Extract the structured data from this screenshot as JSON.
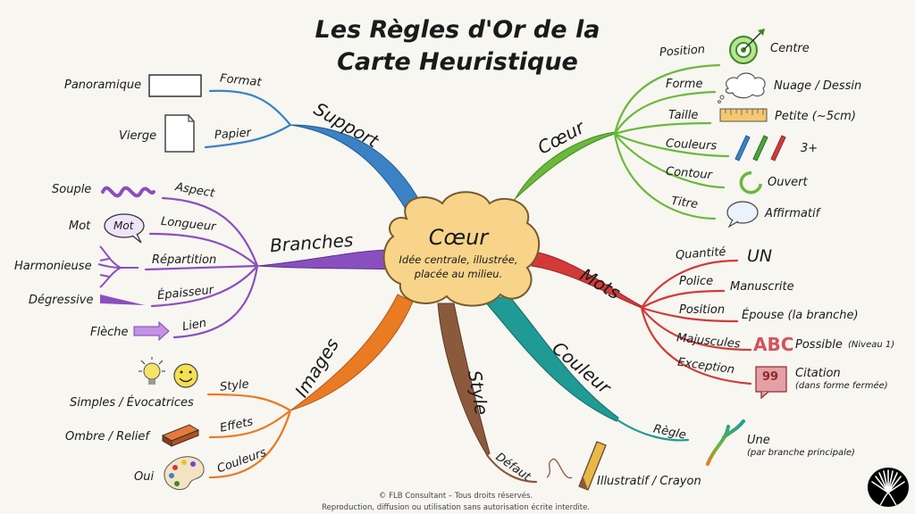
{
  "title": {
    "line1": "Les Règles d'Or de la",
    "line2": "Carte Heuristique"
  },
  "center": {
    "title": "Cœur",
    "description_line1": "Idée centrale, illustrée,",
    "description_line2": "placée au milieu.",
    "color": "#f5c56a"
  },
  "branches": {
    "support": {
      "label": "Support",
      "color": "#3b82c4",
      "children": [
        {
          "label": "Format",
          "value": "Panoramique",
          "icon": "landscape-rectangle-icon"
        },
        {
          "label": "Papier",
          "value": "Vierge",
          "icon": "blank-page-icon"
        }
      ]
    },
    "branches": {
      "label": "Branches",
      "color": "#8a4fbf",
      "children": [
        {
          "label": "Aspect",
          "value": "Souple",
          "icon": "wavy-line-icon"
        },
        {
          "label": "Longueur",
          "value": "Mot",
          "icon": "speech-bubble-icon",
          "icon_text": "Mot"
        },
        {
          "label": "Répartition",
          "value": "Harmonieuse",
          "icon": "branching-icon"
        },
        {
          "label": "Épaisseur",
          "value": "Dégressive",
          "icon": "tapered-line-icon"
        },
        {
          "label": "Lien",
          "value": "Flèche",
          "icon": "arrow-icon"
        }
      ]
    },
    "images": {
      "label": "Images",
      "color": "#e97b22",
      "children": [
        {
          "label": "Style",
          "value": "Simples / Évocatrices",
          "icon": "lightbulb-smiley-icon"
        },
        {
          "label": "Effets",
          "value": "Ombre / Relief",
          "icon": "3d-block-icon"
        },
        {
          "label": "Couleurs",
          "value": "Oui",
          "icon": "palette-icon"
        }
      ]
    },
    "style": {
      "label": "Style",
      "color": "#8b5a3c",
      "children": [
        {
          "label": "Défaut",
          "value": "Illustratif / Crayon",
          "icon": "crayon-icon"
        }
      ]
    },
    "couleur": {
      "label": "Couleur",
      "color": "#1f9a94",
      "children": [
        {
          "label": "Règle",
          "value": "Une",
          "value_note": "(par branche principale)",
          "icon": "gradient-branch-icon"
        }
      ]
    },
    "mots": {
      "label": "Mots",
      "color": "#d23a3a",
      "children": [
        {
          "label": "Quantité",
          "value": "UN"
        },
        {
          "label": "Police",
          "value": "Manuscrite"
        },
        {
          "label": "Position",
          "value": "Épouse (la branche)"
        },
        {
          "label": "Majuscules",
          "value": "Possible",
          "value_note": "(Niveau 1)",
          "icon": "abc-icon",
          "icon_text": "ABC"
        },
        {
          "label": "Exception",
          "value": "Citation",
          "value_note": "(dans forme fermée)",
          "icon": "quote-bubble-icon",
          "icon_text": "99"
        }
      ]
    },
    "coeur": {
      "label": "Cœur",
      "color": "#6bb83a",
      "children": [
        {
          "label": "Position",
          "value": "Centre",
          "icon": "target-icon"
        },
        {
          "label": "Forme",
          "value": "Nuage / Dessin",
          "icon": "cloud-icon"
        },
        {
          "label": "Taille",
          "value": "Petite (~5cm)",
          "icon": "ruler-icon"
        },
        {
          "label": "Couleurs",
          "value": "3+",
          "icon": "colored-pencils-icon"
        },
        {
          "label": "Contour",
          "value": "Ouvert",
          "icon": "open-circle-icon"
        },
        {
          "label": "Titre",
          "value": "Affirmatif",
          "icon": "speech-bubble-icon"
        }
      ]
    }
  },
  "footer": {
    "line1": "© FLB Consultant – Tous droits réservés.",
    "line2": "Reproduction, diffusion ou utilisation sans autorisation écrite interdite."
  },
  "logo": {
    "icon": "fan-tree-logo-icon"
  }
}
